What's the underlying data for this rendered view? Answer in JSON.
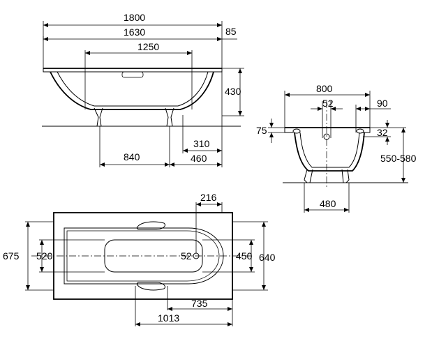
{
  "diagram": {
    "side_view": {
      "dim_overall_length": "1800",
      "dim_inner_length": "1630",
      "dim_edge": "85",
      "dim_handle_span": "1250",
      "dim_height": "430",
      "dim_leg_spacing": "840",
      "dim_leg_offset": "310",
      "dim_drain_offset": "460"
    },
    "end_view": {
      "dim_width": "800",
      "dim_drain_dia": "52",
      "dim_rim": "90",
      "dim_rim_height": "75",
      "dim_overflow_height": "32",
      "dim_total_height": "550-580",
      "dim_base_width": "480"
    },
    "plan_view": {
      "dim_outer_width": "675",
      "dim_inner_width": "520",
      "dim_bottom_width": "450",
      "dim_rim_width": "640",
      "dim_drain": "52",
      "dim_drain_pos": "216",
      "dim_handle_pos": "735",
      "dim_handle_total": "1013"
    }
  }
}
